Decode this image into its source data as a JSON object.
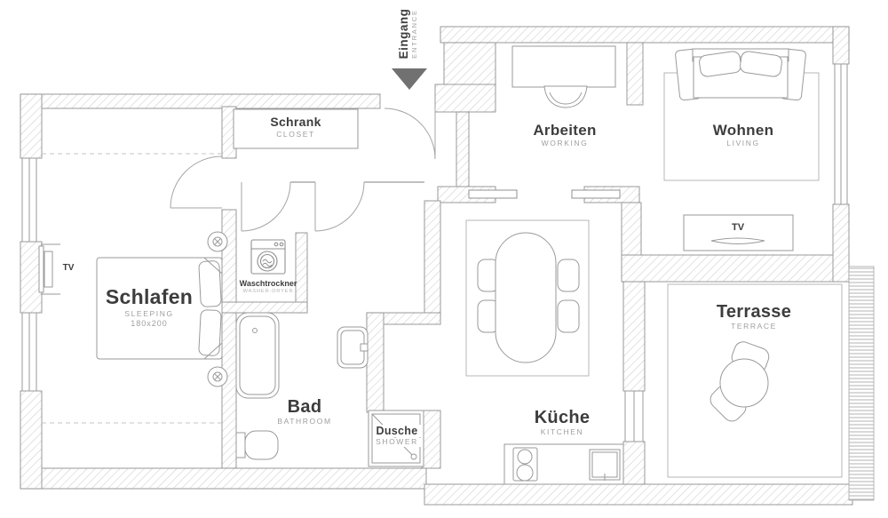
{
  "colors": {
    "wall_line": "#8f8f8f",
    "hatch_line": "#c9c9c9",
    "furniture_line": "#9a9a9a",
    "text_primary": "#3d3d3d",
    "text_secondary": "#9e9e9e",
    "arrow": "#717171"
  },
  "entrance": {
    "label": "Eingang",
    "sublabel": "ENTRANCE"
  },
  "rooms": {
    "bedroom": {
      "label": "Schlafen",
      "sublabel": "SLEEPING",
      "dimensions": "180x200"
    },
    "closet": {
      "label": "Schrank",
      "sublabel": "CLOSET"
    },
    "washer": {
      "label": "Waschtrockner",
      "sublabel": "WASHER-DRYER"
    },
    "bathroom": {
      "label": "Bad",
      "sublabel": "BATHROOM"
    },
    "shower": {
      "label": "Dusche",
      "sublabel": "SHOWER"
    },
    "kitchen": {
      "label": "Küche",
      "sublabel": "KITCHEN"
    },
    "working": {
      "label": "Arbeiten",
      "sublabel": "WORKING"
    },
    "living": {
      "label": "Wohnen",
      "sublabel": "LIVING"
    },
    "terrace": {
      "label": "Terrasse",
      "sublabel": "TERRACE"
    }
  },
  "fixtures": {
    "tv_bedroom": {
      "label": "TV"
    },
    "tv_living": {
      "label": "TV"
    }
  }
}
